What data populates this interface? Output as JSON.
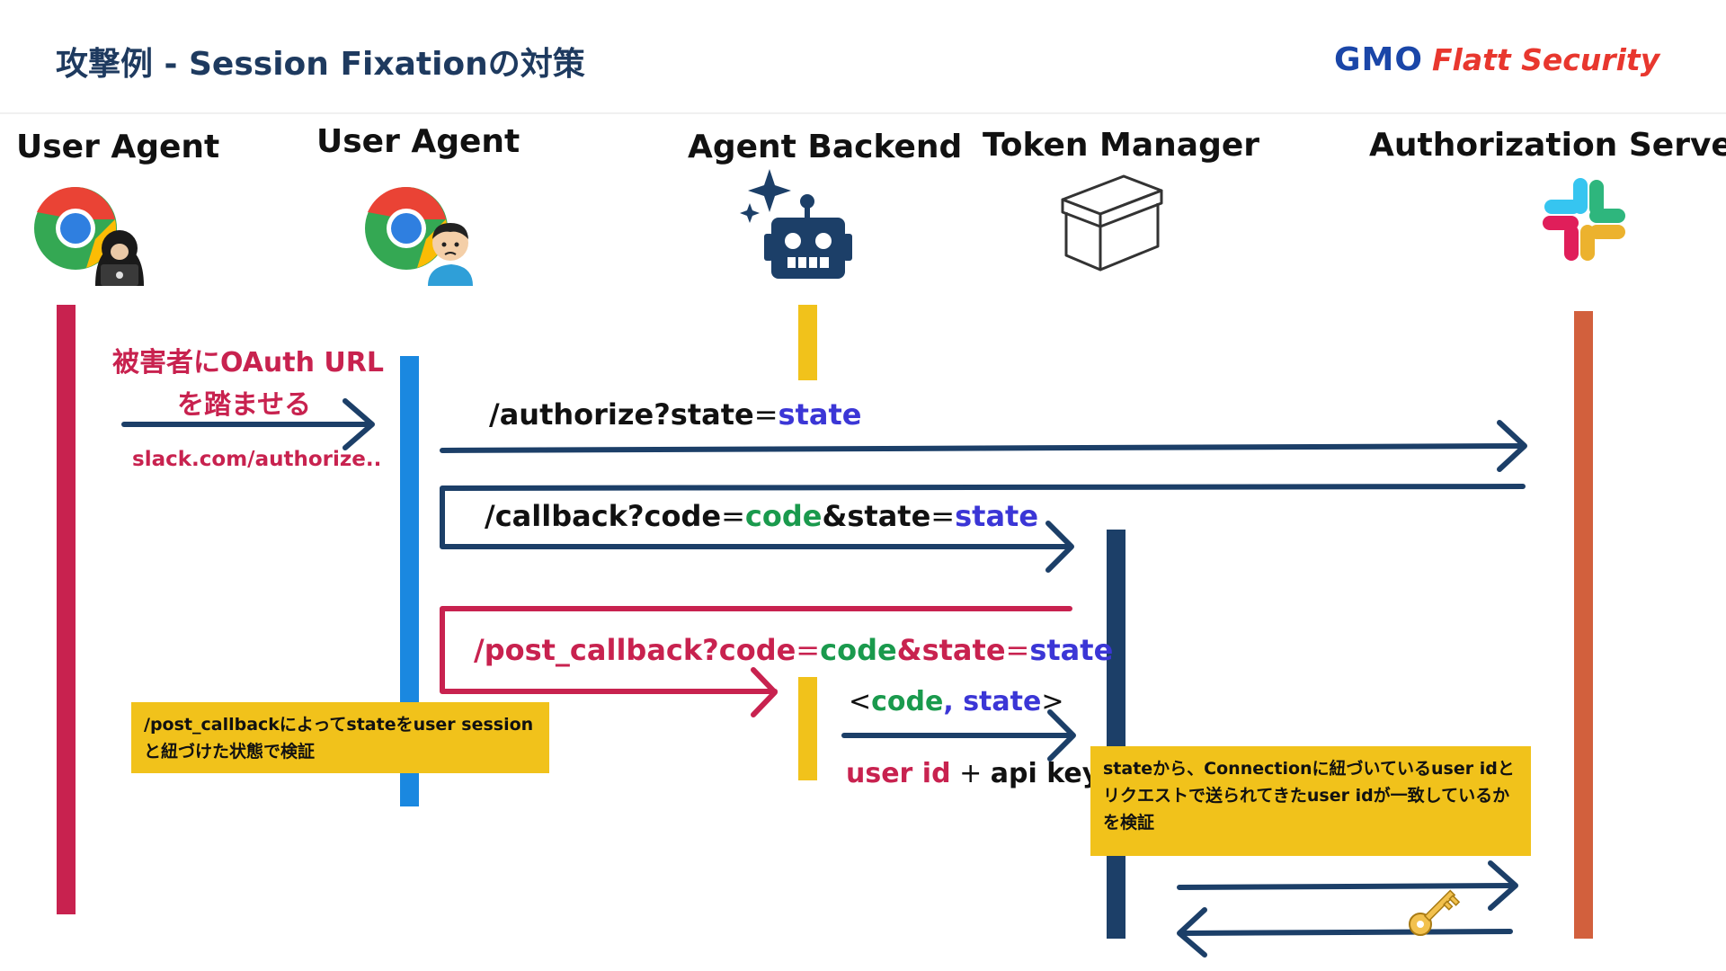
{
  "header": {
    "title": "攻撃例 - Session Fixationの対策",
    "brand_gmo": "GMO",
    "brand_name": "Flatt Security"
  },
  "actors": [
    {
      "label": "User Agent",
      "icon": "chrome-with-attacker-icon"
    },
    {
      "label": "User Agent",
      "icon": "chrome-with-victim-icon"
    },
    {
      "label": "Agent Backend",
      "icon": "robot-icon"
    },
    {
      "label": "Token Manager",
      "icon": "box-icon"
    },
    {
      "label": "Authorization Server",
      "icon": "slack-icon"
    }
  ],
  "messages": {
    "attack_line1": "被害者にOAuth URL",
    "attack_line2": "を踏ませる",
    "attack_url": "slack.com/authorize..",
    "authorize": {
      "path": "/authorize?state",
      "eq": "=",
      "val": "state"
    },
    "callback": {
      "path": "/callback?code",
      "eq1": "=",
      "code": "code",
      "amp": "&state",
      "eq2": "=",
      "state": "state"
    },
    "post_callback": {
      "path": "/post_callback?code",
      "eq1": "=",
      "code": "code",
      "amp": "&state",
      "eq2": "=",
      "state": "state"
    },
    "code_state": {
      "open": "<",
      "code": "code",
      "comma": ", ",
      "state": "state",
      "close": ">"
    },
    "userid_apikey": {
      "userid": "user id",
      "plus": " + ",
      "apikey": "api key"
    }
  },
  "notes": {
    "left": "/post_callbackによってstateをuser sessionと紐づけた状態で検証",
    "right": "stateから、Connectionに紐づいているuser idとリクエストで送られてきたuser idが一致しているかを検証"
  },
  "colors": {
    "crimson": "#c8224f",
    "blue": "#1a88e0",
    "yellow": "#f1c21b",
    "navy": "#1c3f68",
    "orange": "#d2603d",
    "green": "#1a9a4d",
    "violet": "#3b36d6"
  }
}
